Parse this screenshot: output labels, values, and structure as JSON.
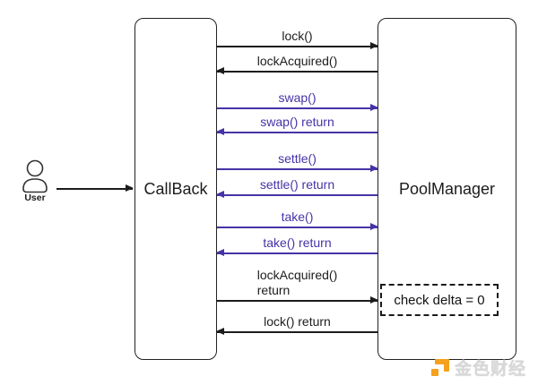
{
  "actors": {
    "user": {
      "label": "User"
    },
    "callback": {
      "label": "CallBack"
    },
    "poolmanager": {
      "label": "PoolManager"
    }
  },
  "messages": [
    {
      "label": "lock()",
      "direction": "right",
      "color": "black"
    },
    {
      "label": "lockAcquired()",
      "direction": "left",
      "color": "black"
    },
    {
      "label": "swap()",
      "direction": "right",
      "color": "purple"
    },
    {
      "label": "swap() return",
      "direction": "left",
      "color": "purple"
    },
    {
      "label": "settle()",
      "direction": "right",
      "color": "purple"
    },
    {
      "label": "settle() return",
      "direction": "left",
      "color": "purple"
    },
    {
      "label": "take()",
      "direction": "right",
      "color": "purple"
    },
    {
      "label": "take() return",
      "direction": "left",
      "color": "purple"
    },
    {
      "label": "lockAcquired()\nreturn",
      "direction": "right",
      "color": "black"
    },
    {
      "label": "lock() return",
      "direction": "left",
      "color": "black"
    }
  ],
  "note": {
    "label": "check delta = 0"
  },
  "watermark": {
    "text": "金色财经",
    "logo": "jinse-logo"
  },
  "colors": {
    "line_black": "#1c1c1c",
    "line_purple": "#4733a6",
    "brand_orange": "#F5A11D",
    "watermark_gray": "#d8d8d8"
  }
}
